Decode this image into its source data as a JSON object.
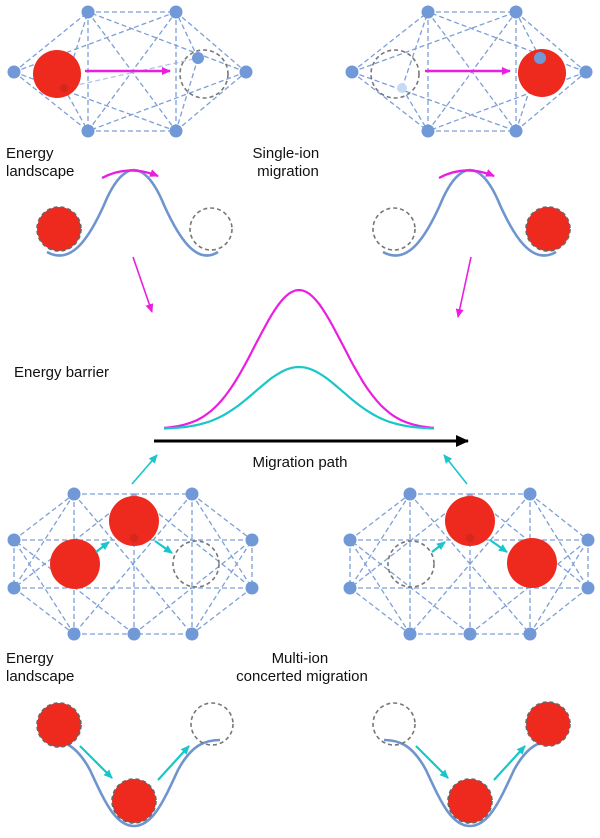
{
  "labels": {
    "energy_landscape_top": [
      "Energy",
      "landscape"
    ],
    "single_ion": [
      "Single-ion",
      "migration"
    ],
    "energy_barrier": "Energy barrier",
    "migration_path": "Migration path",
    "energy_landscape_bottom": [
      "Energy",
      "landscape"
    ],
    "multi_ion": [
      "Multi-ion",
      "concerted migration"
    ]
  },
  "colors": {
    "ion": "#ee2a1f",
    "ion_edge": "#b01a12",
    "lattice_node": "#7199d8",
    "lattice_edge": "#7d9fd6",
    "landscape": "#6f95cf",
    "single_ion_arrow": "#ea1ee0",
    "multi_ion_arrow": "#19c6c9",
    "vacancy": "#777777",
    "axis": "#000000"
  },
  "curves": [
    {
      "label_ref": "single_ion",
      "color_ref": "single_ion_arrow",
      "relative_height": "high"
    },
    {
      "label_ref": "multi_ion",
      "color_ref": "multi_ion_arrow",
      "relative_height": "low"
    }
  ]
}
